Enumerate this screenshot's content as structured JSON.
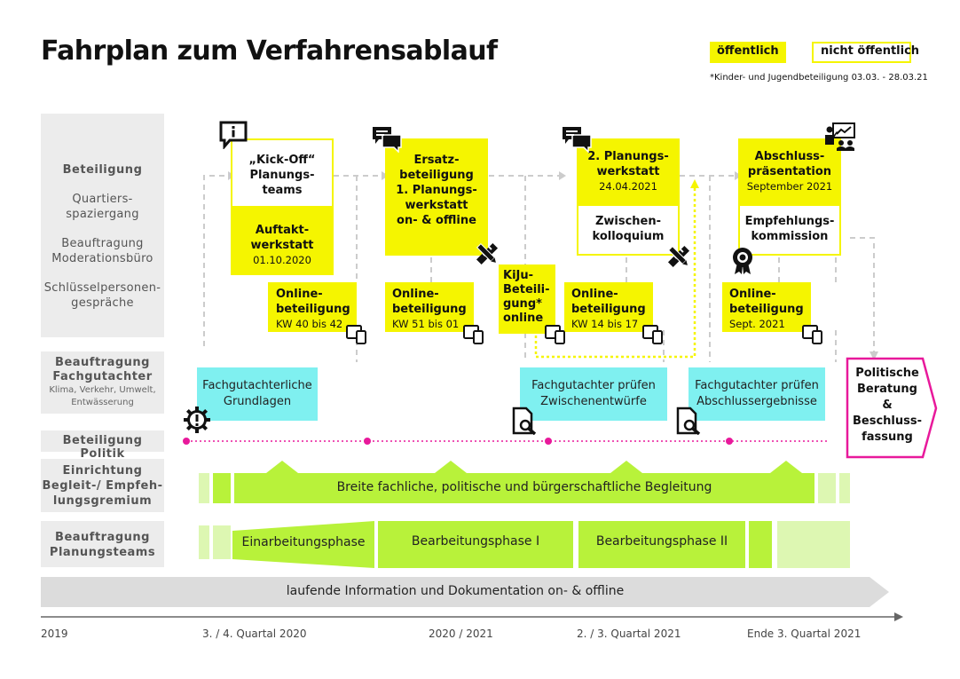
{
  "title": "Fahrplan zum Verfahrensablauf",
  "legend": {
    "public": "öffentlich",
    "non_public": "nicht öffentlich",
    "public_color": "#f5f500",
    "note": "*Kinder- und Jugendbeteiligung 03.03. - 28.03.21"
  },
  "left_labels": {
    "beteiligung": "Beteiligung",
    "quartier_1": "Quartiers-",
    "quartier_2": "spaziergang",
    "beauftragung_1": "Beauftragung",
    "beauftragung_2": "Moderationsbüro",
    "schluessel_1": "Schlüsselpersonen-",
    "schluessel_2": "gespräche",
    "fach_1": "Beauftragung",
    "fach_2": "Fachgutachter",
    "fach_3": "Klima, Verkehr, Umwelt,",
    "fach_4": "Entwässerung",
    "politik": "Beteiligung Politik",
    "gremium_1": "Einrichtung",
    "gremium_2": "Begleit-/ Empfeh-",
    "gremium_3": "lungsgremium",
    "planung_1": "Beauftragung",
    "planung_2": "Planungsteams"
  },
  "stages": {
    "kickoff": [
      "„Kick-Off“",
      "Planungs-",
      "teams"
    ],
    "auftakt": [
      "Auftakt-",
      "werkstatt"
    ],
    "auftakt_date": "01.10.2020",
    "ersatz": [
      "Ersatz-",
      "beteiligung",
      "1. Planungs-",
      "werkstatt",
      "on- & offline"
    ],
    "pw2": [
      "2. Planungs-",
      "werkstatt"
    ],
    "pw2_date": "24.04.2021",
    "zwischen": [
      "Zwischen-",
      "kolloquium"
    ],
    "abschluss": [
      "Abschluss-",
      "präsentation"
    ],
    "abschluss_date": "September 2021",
    "empfehlung": [
      "Empfehlungs-",
      "kommission"
    ],
    "kiju": [
      "KiJu-",
      "Beteili-",
      "gung*",
      "online"
    ]
  },
  "online": [
    {
      "title": [
        "Online-",
        "beteiligung"
      ],
      "date": "KW 40 bis 42"
    },
    {
      "title": [
        "Online-",
        "beteiligung"
      ],
      "date": "KW 51 bis 01"
    },
    {
      "title": [
        "Online-",
        "beteiligung"
      ],
      "date": "KW 14 bis 17"
    },
    {
      "title": [
        "Online-",
        "beteiligung"
      ],
      "date": "Sept. 2021"
    }
  ],
  "experts": {
    "grundlagen": [
      "Fachgutachterliche",
      "Grundlagen"
    ],
    "zwischen": [
      "Fachgutachter prüfen",
      "Zwischenentwürfe"
    ],
    "abschluss": [
      "Fachgutachter prüfen",
      "Abschlussergebnisse"
    ]
  },
  "politik_box": [
    "Politische",
    "Beratung",
    "&",
    "Beschluss-",
    "fassung"
  ],
  "gremium_bar": "Breite fachliche, politische und bürgerschaftliche Begleitung",
  "phases": {
    "einarbeitung": "Einarbeitungsphase",
    "phase1": "Bearbeitungsphase I",
    "phase2": "Bearbeitungsphase II"
  },
  "info_bar": "laufende Information und Dokumentation on- & offline",
  "timeline": [
    "2019",
    "3. / 4. Quartal 2020",
    "2020 / 2021",
    "2. / 3. Quartal 2021",
    "Ende 3. Quartal 2021"
  ],
  "colors": {
    "yellow": "#f5f500",
    "cyan": "#7ff0f0",
    "green": "#b8f23a",
    "magenta": "#e8199b",
    "gray": "#ececec"
  },
  "icons": [
    "info-chat-icon",
    "chat-icon",
    "presentation-icon",
    "pencil-ruler-icon",
    "tablet-phone-icon",
    "warning-gear-icon",
    "document-search-icon",
    "award-icon"
  ]
}
